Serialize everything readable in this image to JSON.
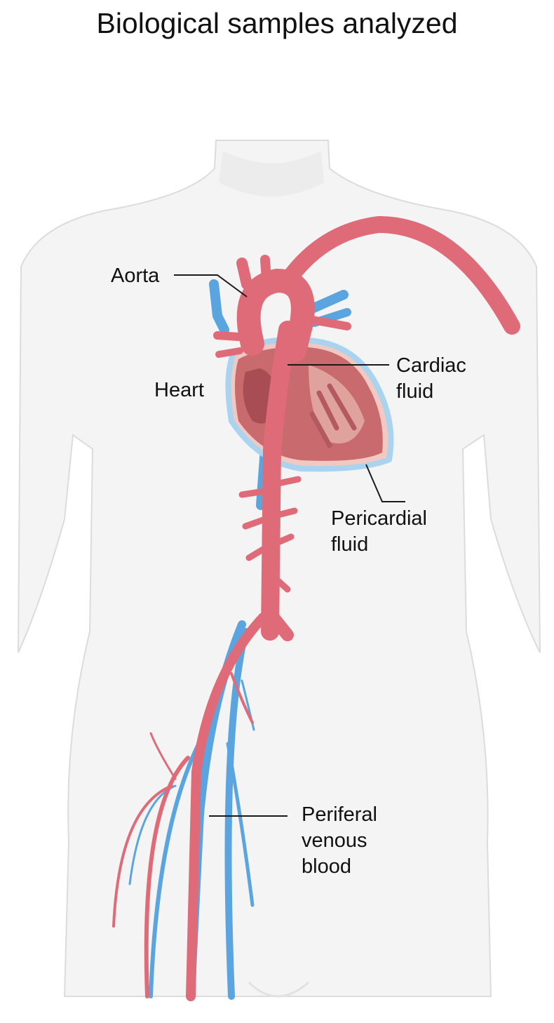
{
  "title": "Biological samples analyzed",
  "labels": {
    "aorta": "Aorta",
    "heart": "Heart",
    "cardiac_fluid": [
      "Cardiac",
      "fluid"
    ],
    "pericardial_fluid": [
      "Pericardial",
      "fluid"
    ],
    "peripheral_venous_blood": [
      "Periferal",
      "venous",
      "blood"
    ]
  },
  "colors": {
    "artery": "#e06b78",
    "vein": "#5aa5e0",
    "body_fill": "#f4f4f4",
    "body_outline": "#dcdcdc",
    "heart_muscle": "#c96a6e",
    "pericardium": "#a9d3ee"
  }
}
